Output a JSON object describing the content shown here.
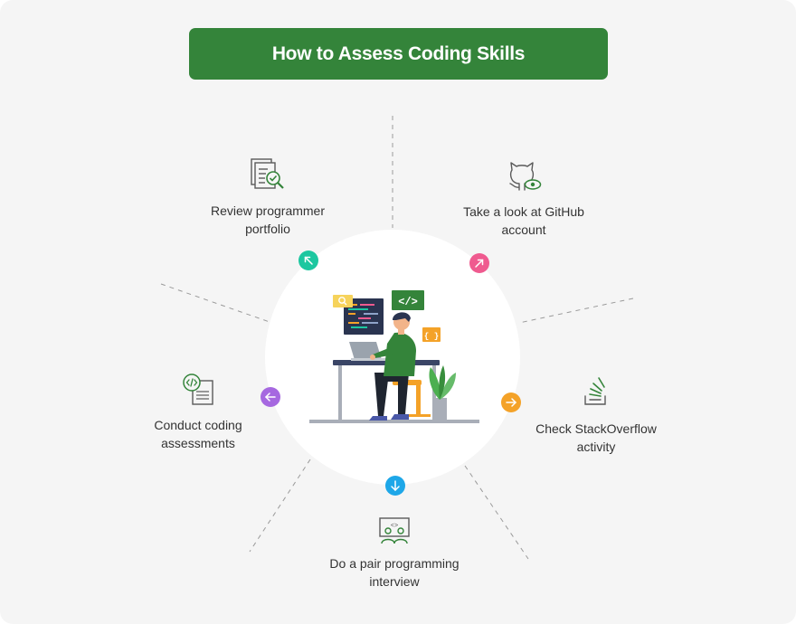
{
  "title": "How to Assess Coding Skills",
  "colors": {
    "banner": "#34843a",
    "background": "#f5f5f5",
    "teal": "#1cc7a0",
    "pink": "#ef5a8f",
    "purple": "#a668e0",
    "orange": "#f4a228",
    "blue": "#1ea7e8"
  },
  "steps": [
    {
      "id": "portfolio",
      "label_line1": "Review programmer",
      "label_line2": "portfolio",
      "icon": "document-check-icon",
      "arrow": "arrow-up-left-icon",
      "color": "teal"
    },
    {
      "id": "github",
      "label_line1": "Take a look at GitHub",
      "label_line2": "account",
      "icon": "github-eye-icon",
      "arrow": "arrow-up-right-icon",
      "color": "pink"
    },
    {
      "id": "stackoverflow",
      "label_line1": "Check StackOverflow",
      "label_line2": "activity",
      "icon": "stackoverflow-icon",
      "arrow": "arrow-right-icon",
      "color": "orange"
    },
    {
      "id": "pair",
      "label_line1": "Do a pair programming",
      "label_line2": "interview",
      "icon": "pair-programming-icon",
      "arrow": "arrow-down-icon",
      "color": "blue"
    },
    {
      "id": "assessment",
      "label_line1": "Conduct coding",
      "label_line2": "assessments",
      "icon": "code-document-icon",
      "arrow": "arrow-left-icon",
      "color": "purple"
    }
  ],
  "illustration": {
    "icon": "developer-at-desk-icon",
    "code_tag": "</>",
    "braces_tag": "{ }"
  }
}
